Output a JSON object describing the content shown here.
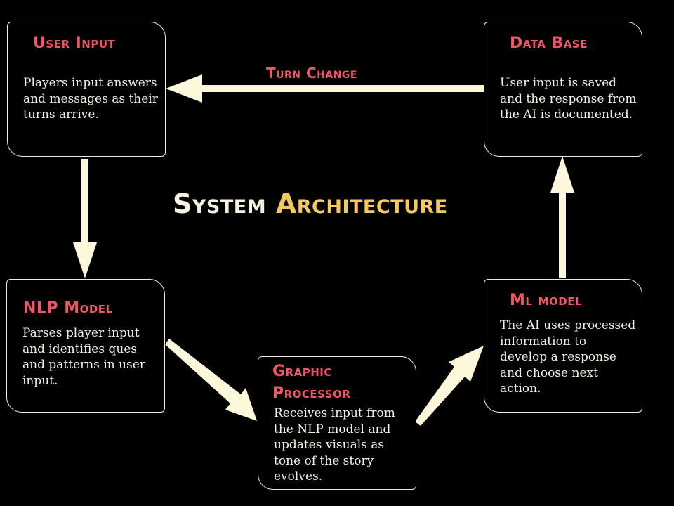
{
  "title": {
    "word1": "System",
    "word2": "Architecture"
  },
  "connector": {
    "turn_change_label": "Turn Change"
  },
  "boxes": {
    "user_input": {
      "title": "User Input",
      "body": "Players input answers and messages as their turns arrive."
    },
    "data_base": {
      "title": "Data Base",
      "body": "User input is saved and the response from the AI is documented."
    },
    "nlp_model": {
      "title": "NLP Model",
      "body": "Parses player input and identifies ques and patterns in user input."
    },
    "ml_model": {
      "title": "Ml model",
      "body": "The AI uses processed information to develop a response and choose next action."
    },
    "graphic_processor": {
      "title": "Graphic Processor",
      "body": "Receives input from the NLP model and updates visuals as tone of the story evolves."
    }
  },
  "colors": {
    "background": "#000000",
    "box_title": "#f25566",
    "text": "#f7f1e1",
    "arrow": "#fdf8dc",
    "accent_title": "#f7c85e"
  }
}
